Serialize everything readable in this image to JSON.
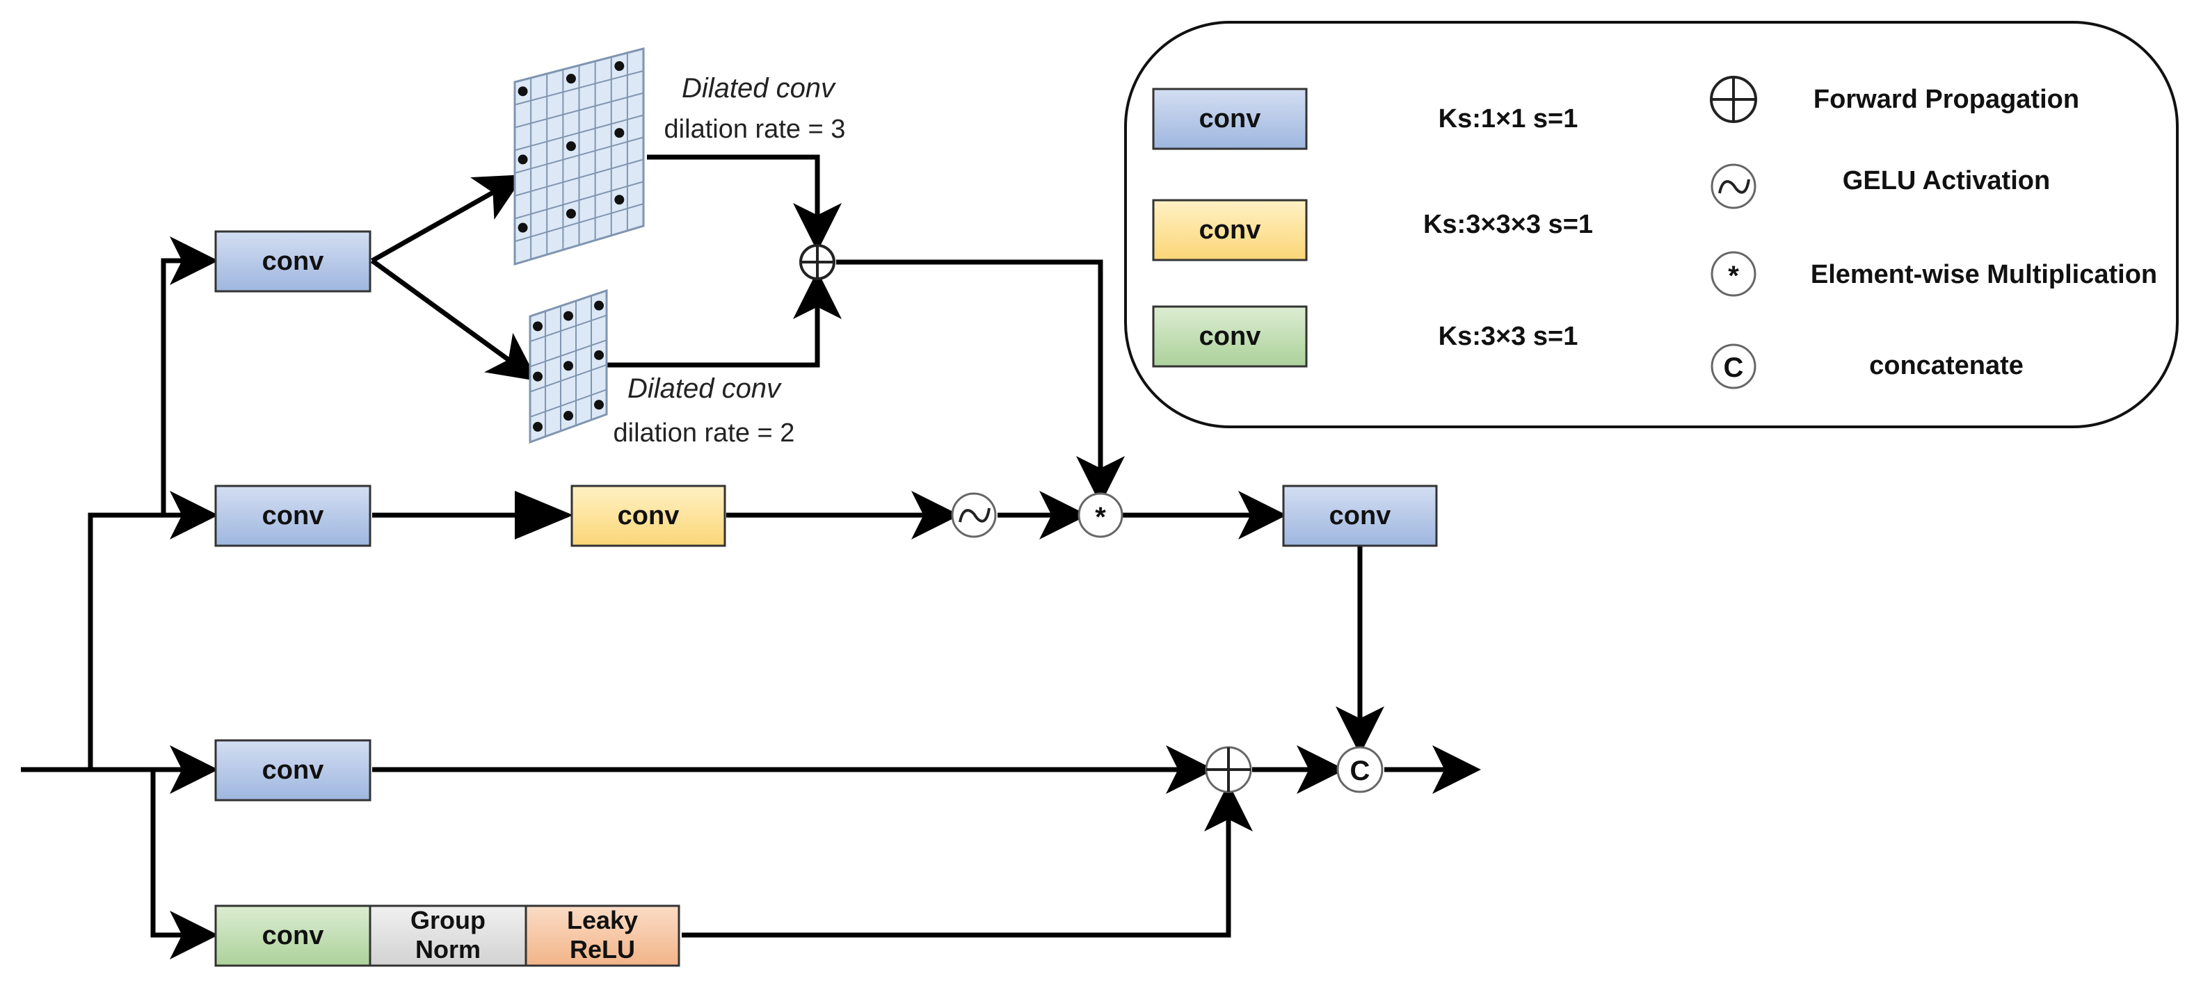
{
  "colors": {
    "blue_fill": "#b4c7e7",
    "yellow_fill": "#fde49a",
    "green_fill": "#c5e0b4",
    "gray_fill": "#e1e1e1",
    "orange_fill": "#f6c9a9",
    "grid_fill": "#dde8f6",
    "grid_line": "#7f95b0"
  },
  "blocks": {
    "conv_top": "conv",
    "conv_mid": "conv",
    "conv_yellow": "conv",
    "conv_out": "conv",
    "conv_bottom": "conv",
    "conv_green": "conv",
    "group_norm": [
      "Group",
      "Norm"
    ],
    "leaky_relu": [
      "Leaky",
      "ReLU"
    ]
  },
  "dilated": {
    "rate3": {
      "title": "Dilated conv",
      "subtitle": "dilation rate = 3"
    },
    "rate2": {
      "title": "Dilated conv",
      "subtitle": "dilation rate = 2"
    }
  },
  "operators": {
    "multiply_symbol": "*",
    "concat_symbol": "C"
  },
  "legend": {
    "blocks": [
      {
        "label": "conv",
        "desc": "Ks:1×1 s=1",
        "color": "#b4c7e7"
      },
      {
        "label": "conv",
        "desc": "Ks:3×3×3 s=1",
        "color": "#fde49a"
      },
      {
        "label": "conv",
        "desc": "Ks:3×3 s=1",
        "color": "#c5e0b4"
      }
    ],
    "symbols": [
      {
        "icon": "plus-circle-icon",
        "desc": "Forward Propagation"
      },
      {
        "icon": "gelu-wave-icon",
        "desc": "GELU Activation"
      },
      {
        "icon": "asterisk-circle-icon",
        "desc": "Element-wise Multiplication",
        "symbol": "*"
      },
      {
        "icon": "concat-circle-icon",
        "desc": "concatenate",
        "symbol": "C"
      }
    ]
  }
}
